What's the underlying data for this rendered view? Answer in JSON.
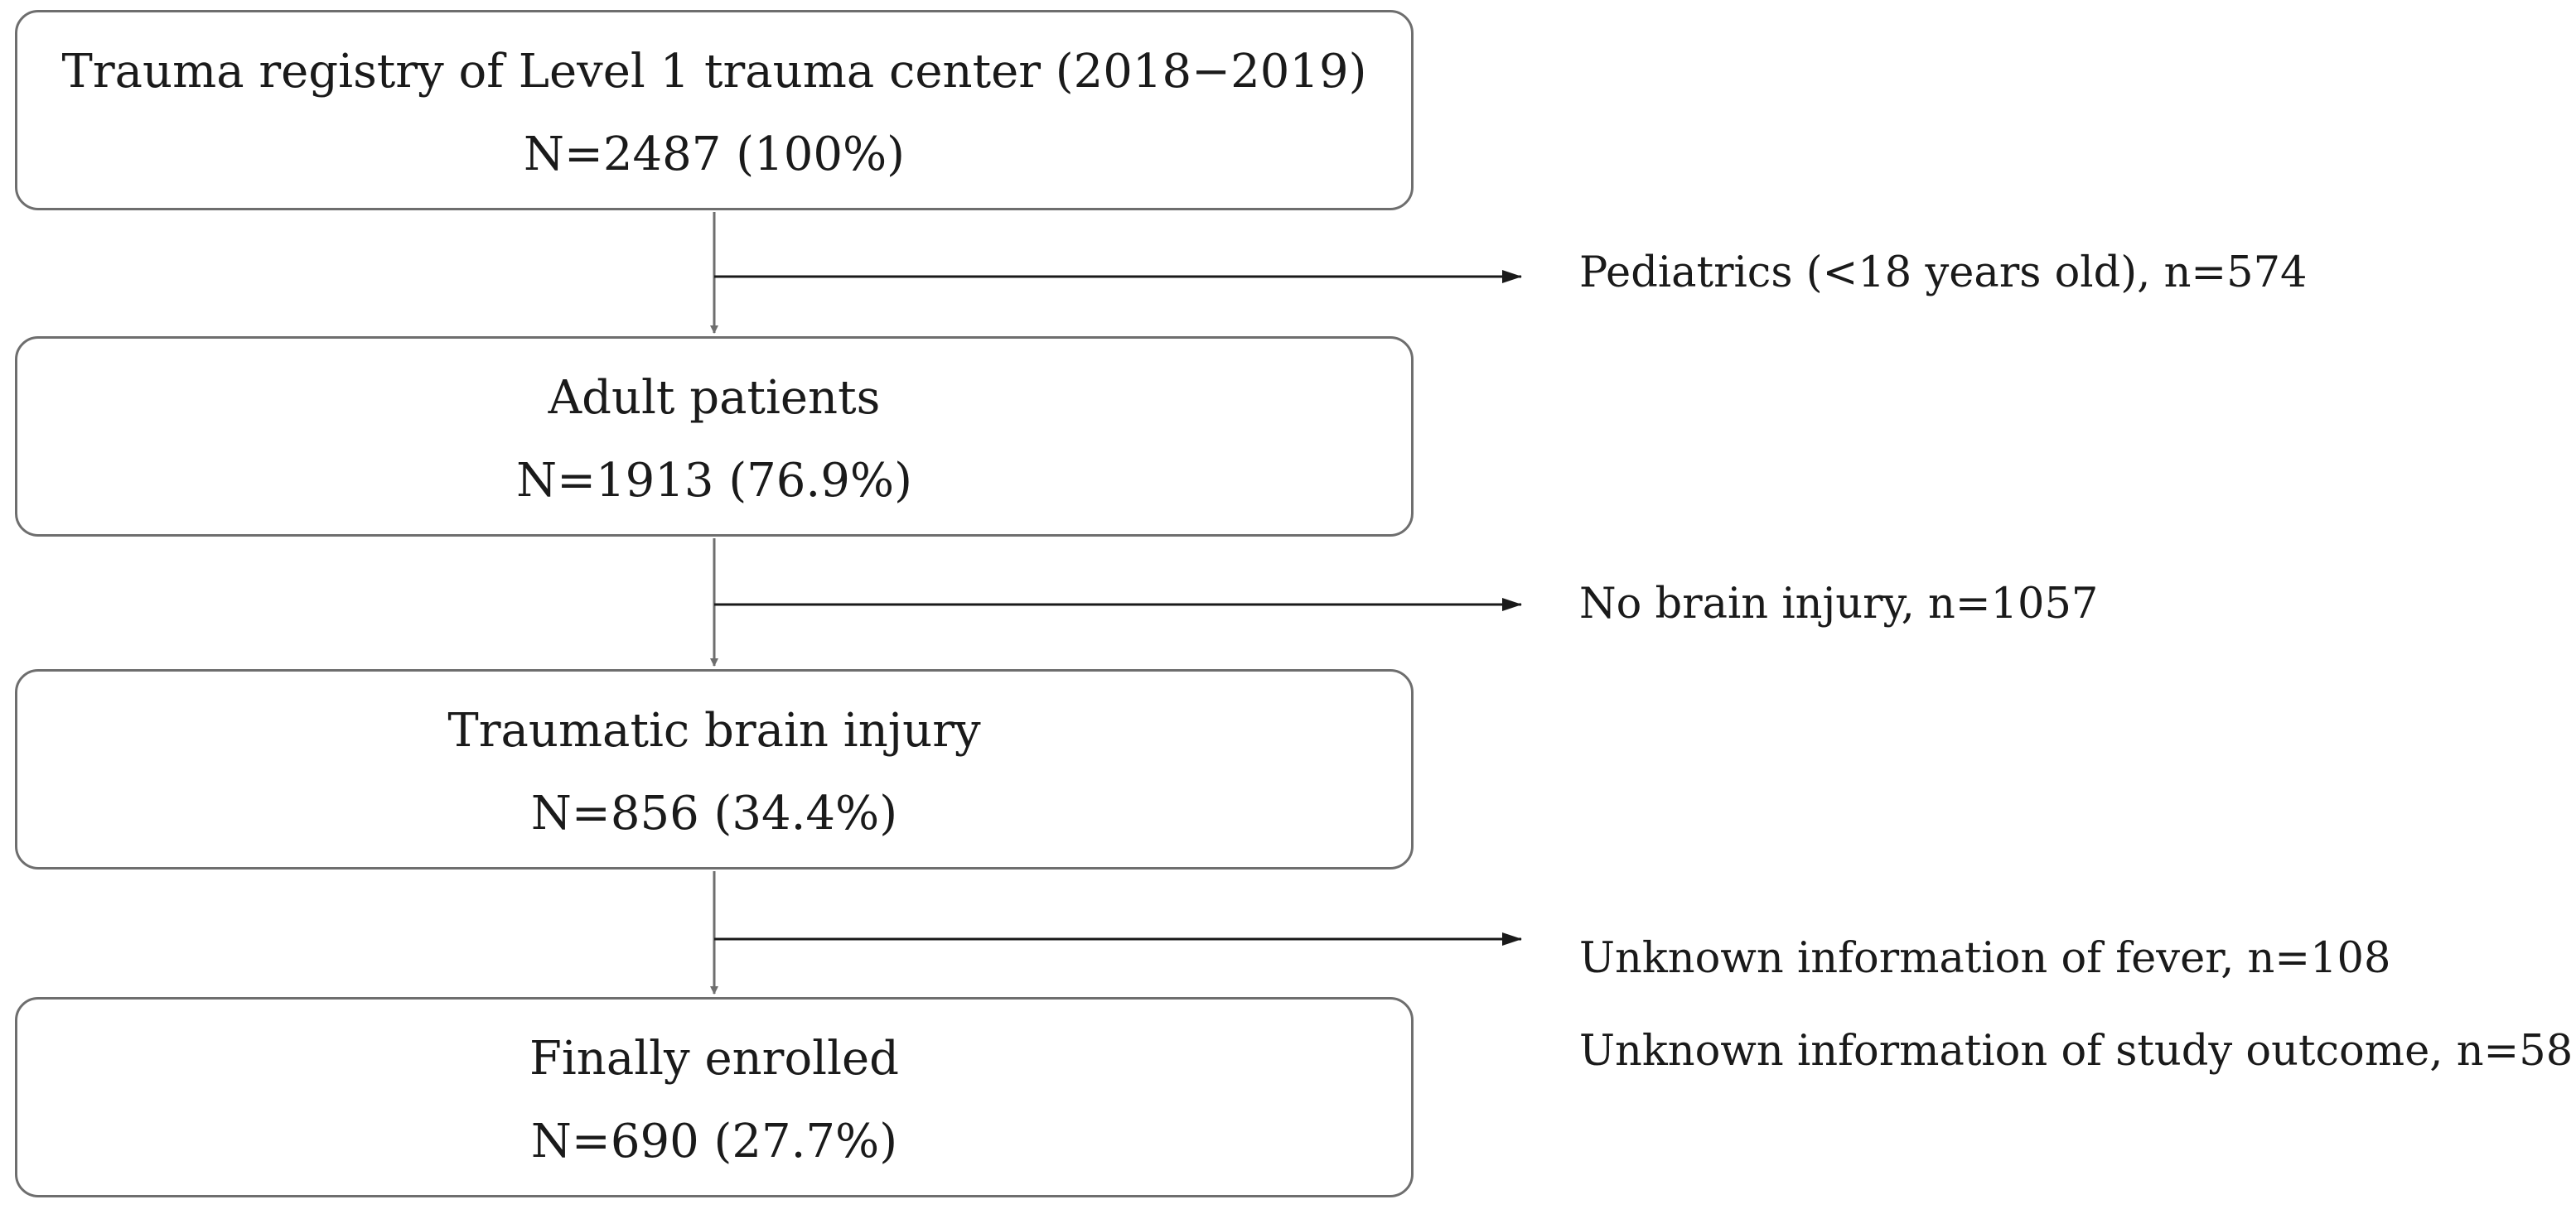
{
  "steps": [
    {
      "title": "Trauma registry of Level 1 trauma center (2018−2019)",
      "count": "N=2487 (100%)"
    },
    {
      "title": "Adult patients",
      "count": "N=1913 (76.9%)"
    },
    {
      "title": "Traumatic brain injury",
      "count": "N=856 (34.4%)"
    },
    {
      "title": "Finally enrolled",
      "count": "N=690 (27.7%)"
    }
  ],
  "exclusions": [
    "Pediatrics (<18 years old), n=574",
    "No brain injury, n=1057",
    "Unknown information of fever, n=108",
    "Unknown information of study outcome, n=58"
  ]
}
